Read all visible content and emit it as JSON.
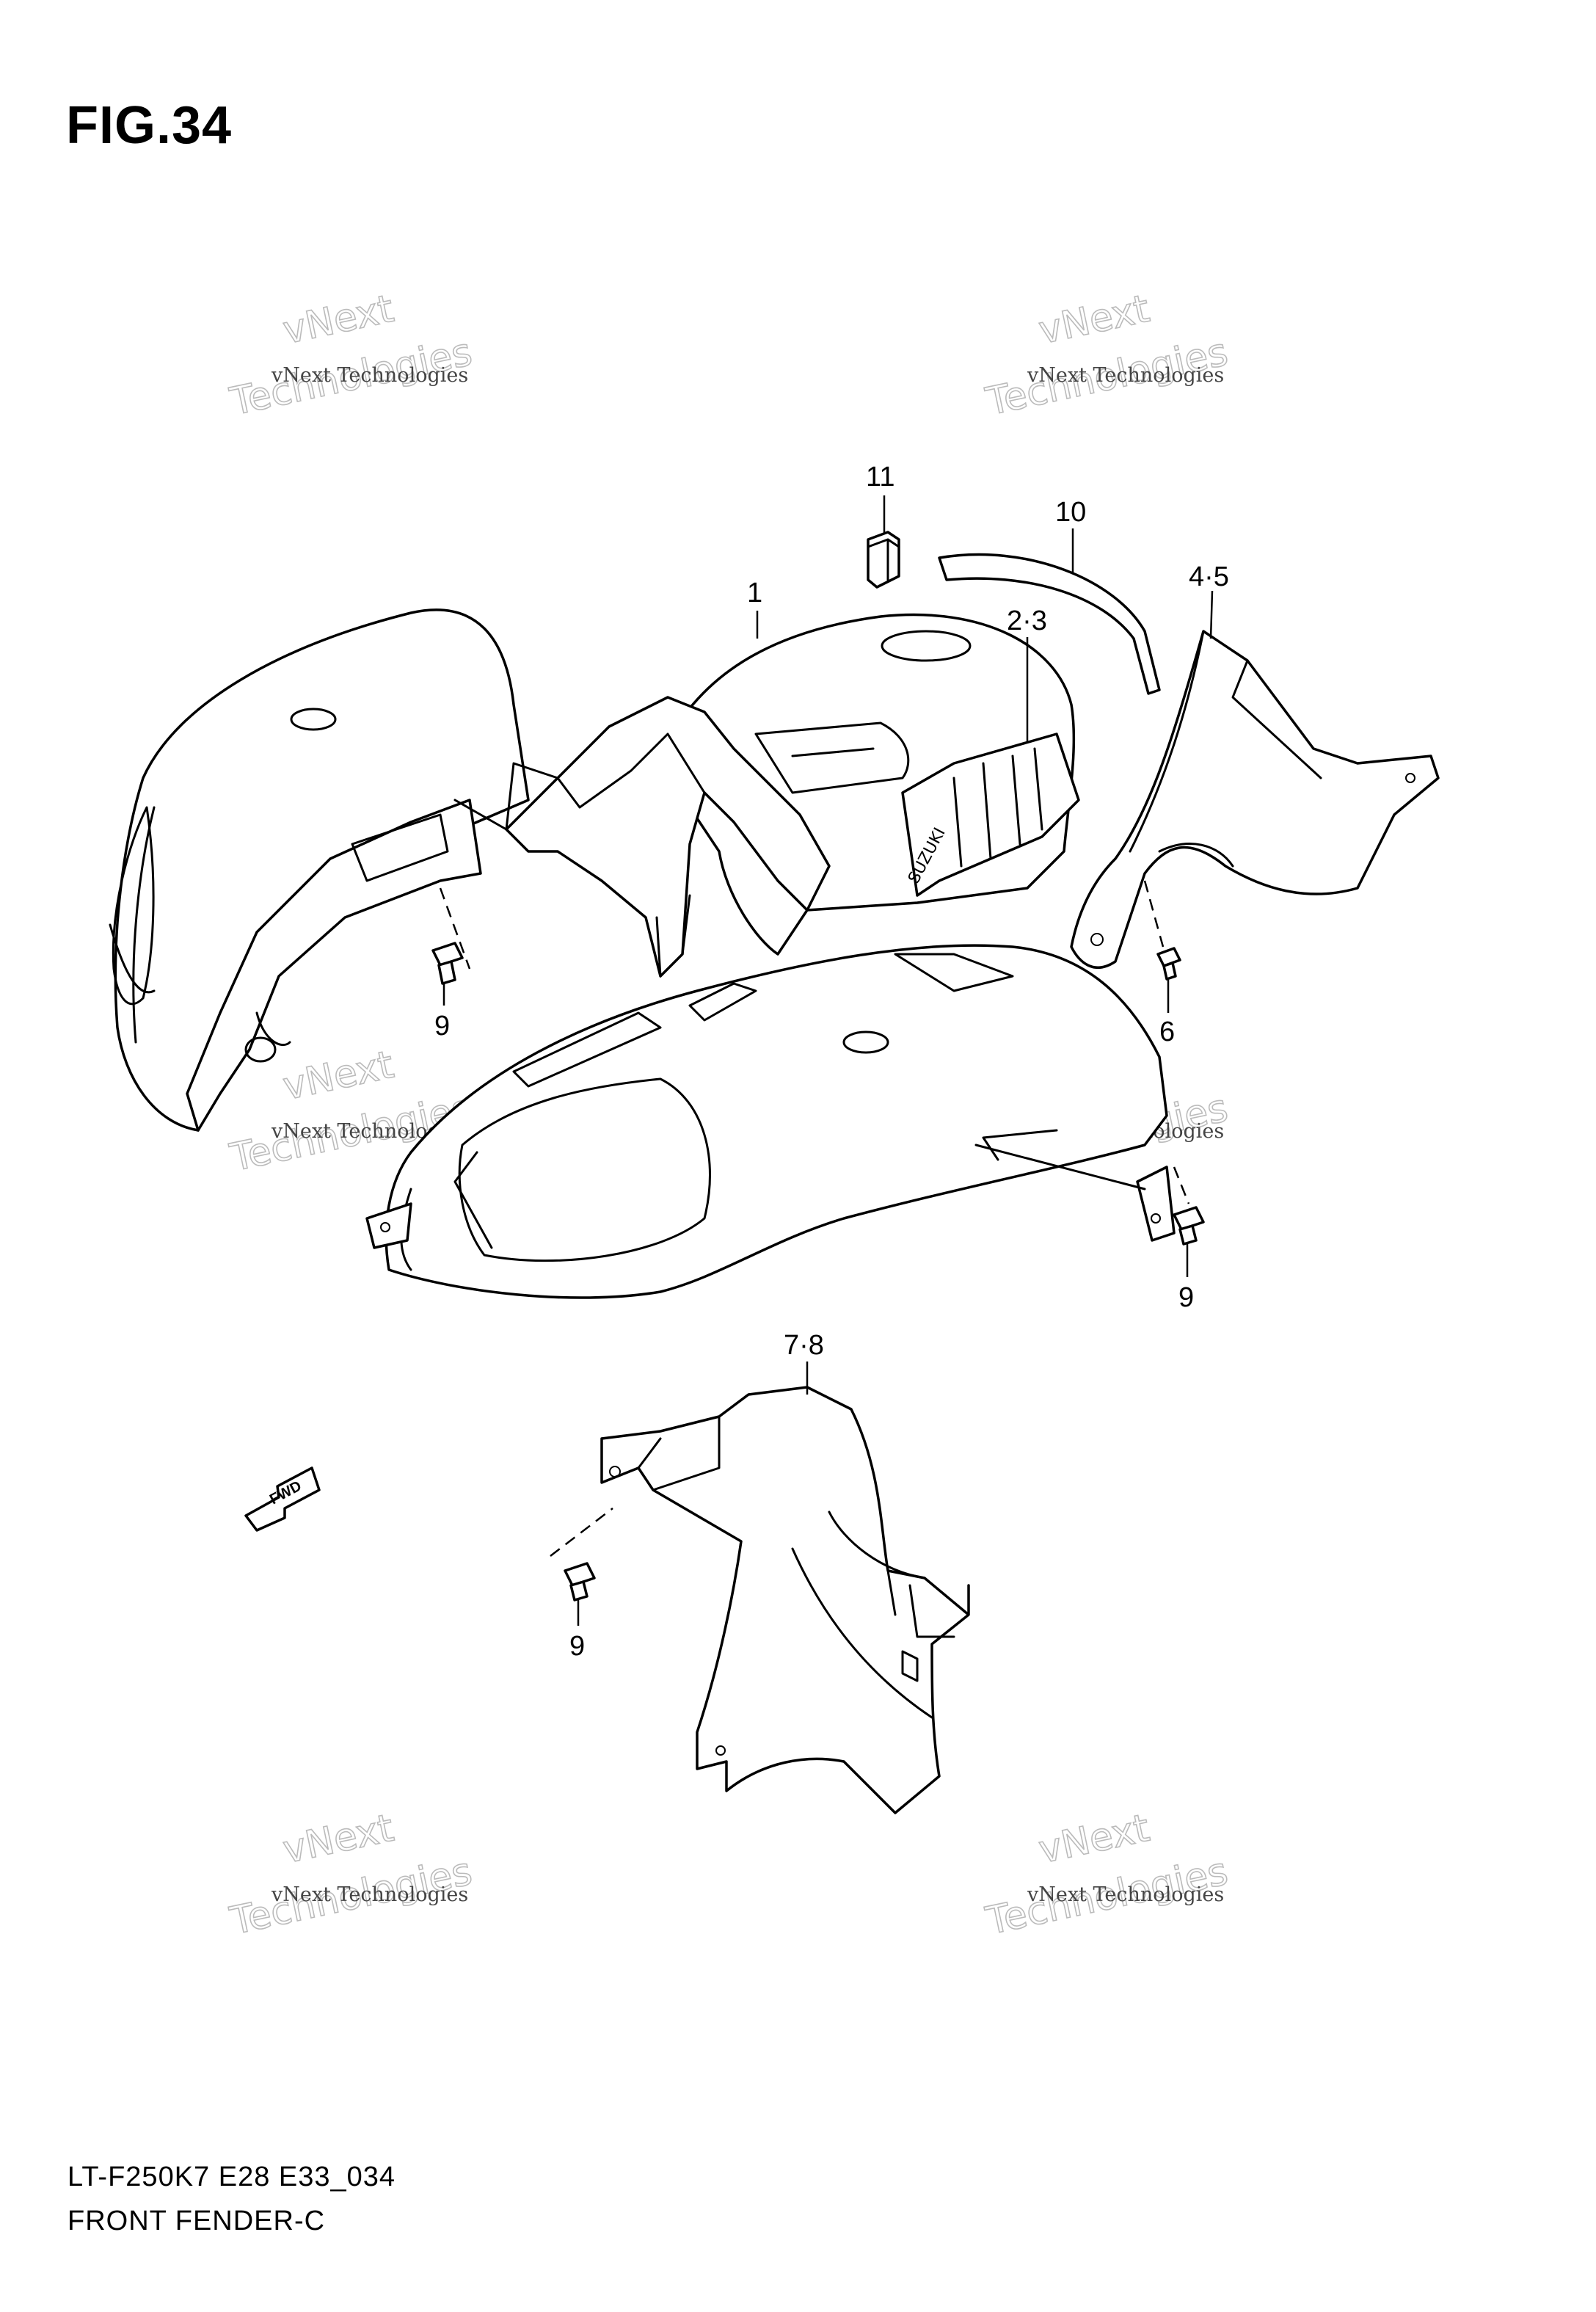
{
  "figure": {
    "title": "FIG.34",
    "model_code": "LT-F250K7 E28 E33_034",
    "name": "FRONT FENDER-C"
  },
  "callouts": [
    {
      "id": "label-1",
      "text": "1"
    },
    {
      "id": "label-2-3",
      "text": "2·3"
    },
    {
      "id": "label-4-5",
      "text": "4·5"
    },
    {
      "id": "label-6",
      "text": "6"
    },
    {
      "id": "label-7-8",
      "text": "7·8"
    },
    {
      "id": "label-9a",
      "text": "9"
    },
    {
      "id": "label-9b",
      "text": "9"
    },
    {
      "id": "label-9c",
      "text": "9"
    },
    {
      "id": "label-10",
      "text": "10"
    },
    {
      "id": "label-11",
      "text": "11"
    }
  ],
  "fwd_arrow": "FWD",
  "emblem_text": "SUZUKI",
  "watermark": {
    "line1": "vNext Technologies",
    "line2": "vNext",
    "line3": "Technologies"
  }
}
